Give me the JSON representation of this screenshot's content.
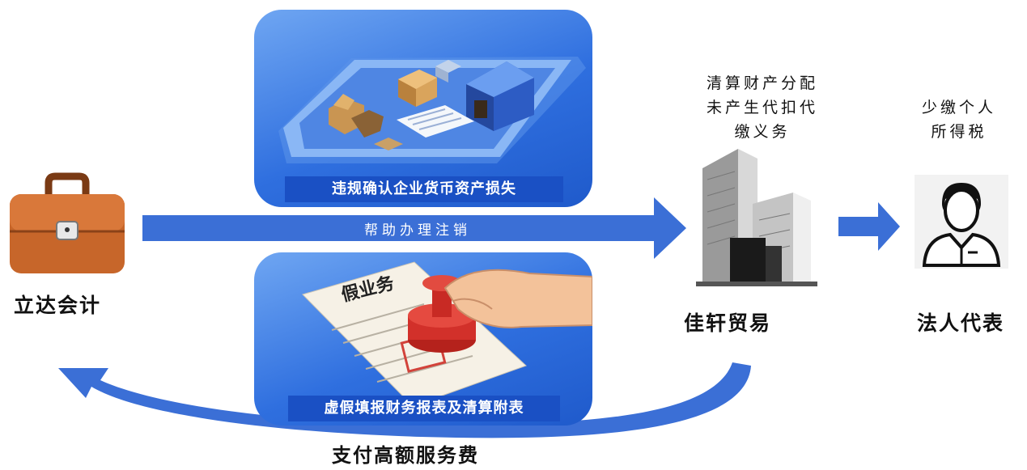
{
  "nodes": {
    "accountant": "立达会计",
    "company": "佳轩贸易",
    "legal_rep": "法人代表"
  },
  "notes": {
    "company_note": "清算财产分配\n未产生代扣代\n缴义务",
    "legal_rep_note": "少缴个人\n所得税"
  },
  "captions": {
    "top": "违规确认企业货币资产损失",
    "bottom": "虚假填报财务报表及清算附表"
  },
  "document": {
    "title": "假业务"
  },
  "arrows": {
    "main": "帮助办理注销",
    "return": "支付高额服务费"
  },
  "colors": {
    "arrow_blue": "#3b6fd6",
    "caption_blue": "#1a50c4",
    "briefcase": "#c7662a"
  }
}
